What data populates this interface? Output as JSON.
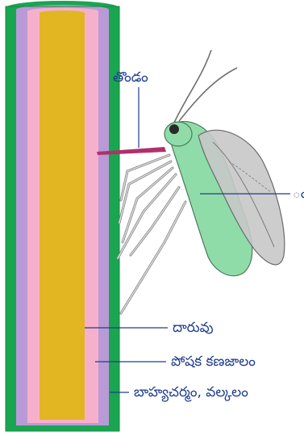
{
  "labels": {
    "proboscis": "తొండం",
    "insect": "ం",
    "xylem": "దారువు",
    "phloem": "పోషక కణజాలం",
    "epidermis": "బాహ్యచర్మం, వల్కలం"
  },
  "colors": {
    "outer_layer": "#1aa551",
    "lilac_layer": "#b99ad6",
    "pink_layer": "#f6b0cc",
    "core": "#e2b523",
    "insect_body": "#90dca9",
    "wing": "#c8c8c8",
    "label_text": "#1f3d8f",
    "proboscis": "#b0306a"
  }
}
